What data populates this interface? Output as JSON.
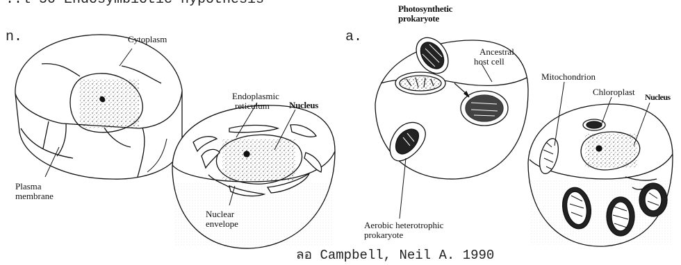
{
  "header_fragment": "..l  50 Endosymbiotic hypothesis",
  "panel_left_marker": "n.",
  "panel_right_marker": "a.",
  "left_panel": {
    "cytoplasm": "Cytoplasm",
    "er_line1": "Endoplasmic",
    "er_line2": "reticulum",
    "nucleus": "Nucleus",
    "plasma_line1": "Plasma",
    "plasma_line2": "membrane",
    "nuclear_line1": "Nuclear",
    "nuclear_line2": "envelope"
  },
  "right_panel": {
    "photo_line1": "Photosynthetic",
    "photo_line2": "prokaryote",
    "ancestral_line1": "Ancestral",
    "ancestral_line2": "host cell",
    "mitochondrion": "Mitochondrion",
    "chloroplast": "Chloroplast",
    "nucleus": "Nucleus",
    "aerobic_line1": "Aerobic heterotrophic",
    "aerobic_line2": "prokaryote"
  },
  "citation": "ลอ Campbell, Neil A. 1990"
}
